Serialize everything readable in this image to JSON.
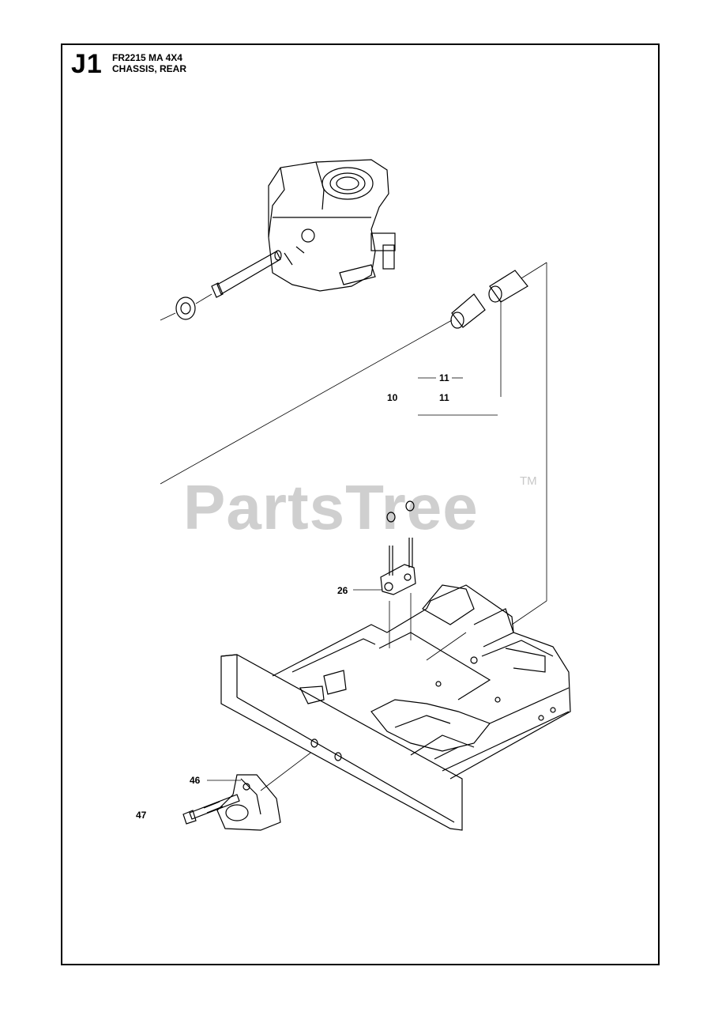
{
  "header": {
    "page_code": "J1",
    "model": "FR2215 MA 4X4",
    "section": "CHASSIS, REAR"
  },
  "watermark": {
    "text": "PartsTree",
    "trademark": "TM"
  },
  "callouts": {
    "c10": "10",
    "c11a": "11",
    "c11b": "11",
    "c26": "26",
    "c46": "46",
    "c47": "47"
  },
  "colors": {
    "line": "#000000",
    "watermark": "#cfcfcf",
    "background": "#ffffff"
  }
}
